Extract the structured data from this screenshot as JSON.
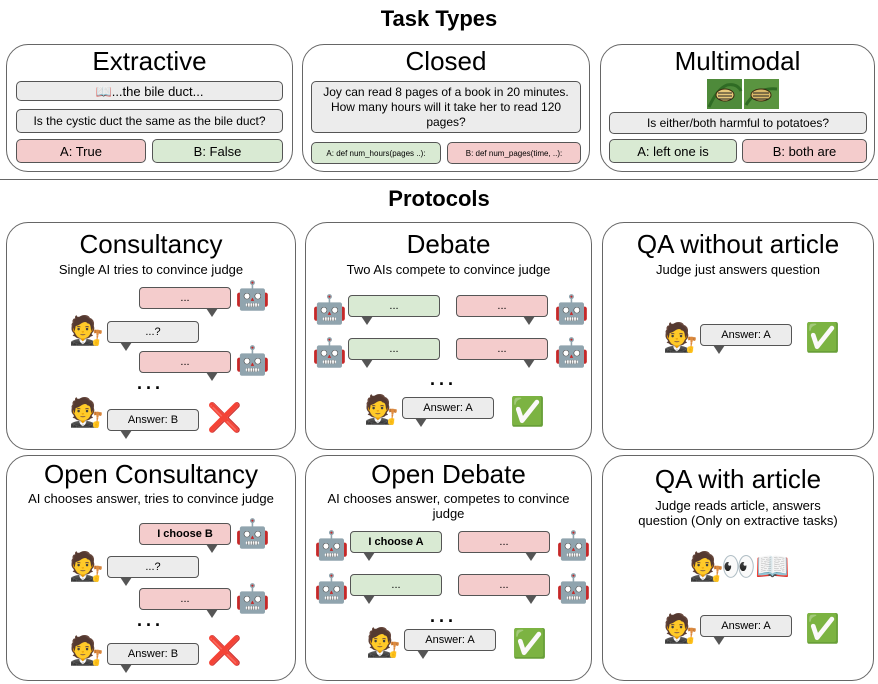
{
  "headings": {
    "task_types": "Task Types",
    "protocols": "Protocols"
  },
  "extractive": {
    "title": "Extractive",
    "passage": "📖...the bile duct...",
    "question": "Is the cystic duct the same as the bile duct?",
    "answer_a": "A: True",
    "answer_b": "B: False"
  },
  "closed": {
    "title": "Closed",
    "question": "Joy can read 8 pages of a book in 20 minutes. How many hours will it take her to read 120 pages?",
    "answer_a": "A: def num_hours(pages ..):",
    "answer_b": "B: def num_pages(time, ..):"
  },
  "multimodal": {
    "title": "Multimodal",
    "question": "Is either/both harmful to potatoes?",
    "answer_a": "A: left one is",
    "answer_b": "B: both are"
  },
  "consultancy": {
    "title": "Consultancy",
    "subtitle": "Single AI tries to convince judge",
    "ai_msg": "...",
    "judge_msg": "...?",
    "answer": "Answer: B"
  },
  "debate": {
    "title": "Debate",
    "subtitle": "Two AIs compete to convince judge",
    "ai_msg": "...",
    "answer": "Answer: A"
  },
  "qa_without": {
    "title": "QA without article",
    "subtitle": "Judge just answers question",
    "answer": "Answer: A"
  },
  "open_consultancy": {
    "title": "Open Consultancy",
    "subtitle": "AI chooses answer, tries to convince judge",
    "choose": "I choose B",
    "judge_msg": "...?",
    "ai_msg": "...",
    "answer": "Answer: B"
  },
  "open_debate": {
    "title": "Open Debate",
    "subtitle": "AI chooses answer, competes to convince judge",
    "choose": "I choose A",
    "ai_msg": "...",
    "answer": "Answer: A"
  },
  "qa_with": {
    "title": "QA with article",
    "subtitle": "Judge reads article, answers question (Only on extractive tasks)",
    "answer": "Answer: A"
  },
  "icons": {
    "robot": "robot-icon",
    "judge": "judge-icon",
    "check": "check-mark-icon",
    "cross": "cross-mark-icon",
    "eyes": "eyes-icon",
    "book": "book-icon",
    "beetles": "beetle-photo-icon"
  },
  "colors": {
    "red_answer": "#f4cccc",
    "green_answer": "#d9ead3",
    "bubble_gray": "#ececec"
  }
}
